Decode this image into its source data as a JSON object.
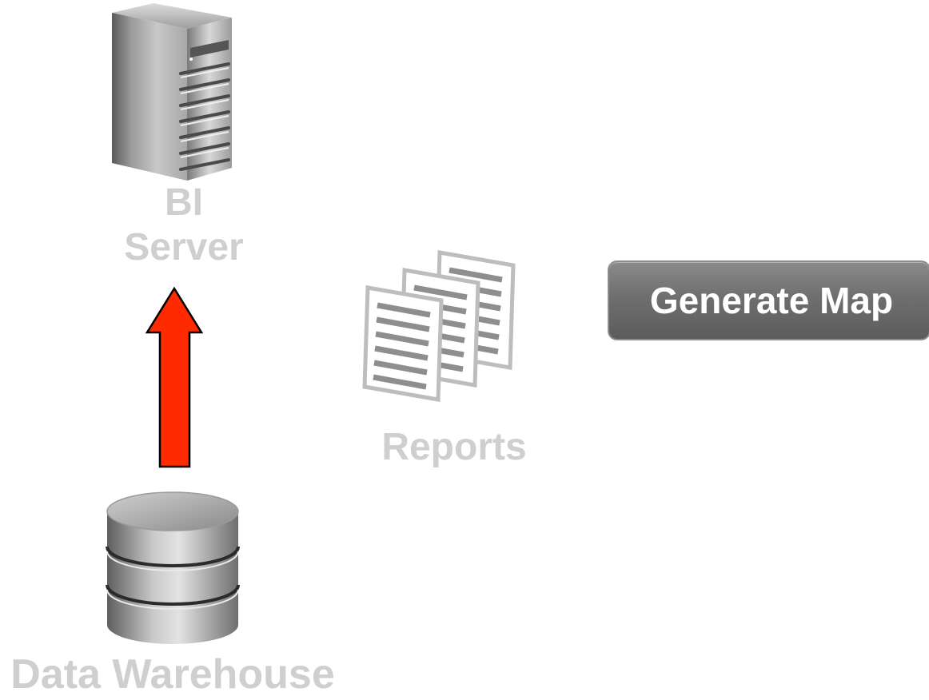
{
  "server": {
    "label_line1": "BI",
    "label_line2": "Server",
    "icon": "server-tower-icon"
  },
  "reports": {
    "label": "Reports",
    "icon": "report-documents-icon"
  },
  "warehouse": {
    "label": "Data Warehouse",
    "icon": "database-cylinder-icon"
  },
  "flow_arrow": {
    "direction": "up",
    "color": "#ff2a00",
    "icon": "arrow-up-icon"
  },
  "generate_button": {
    "label": "Generate Map"
  },
  "colors": {
    "label_text": "#cfcfcf",
    "button_bg": "#6f6f6f",
    "button_text": "#ffffff",
    "arrow": "#ff2a00"
  }
}
